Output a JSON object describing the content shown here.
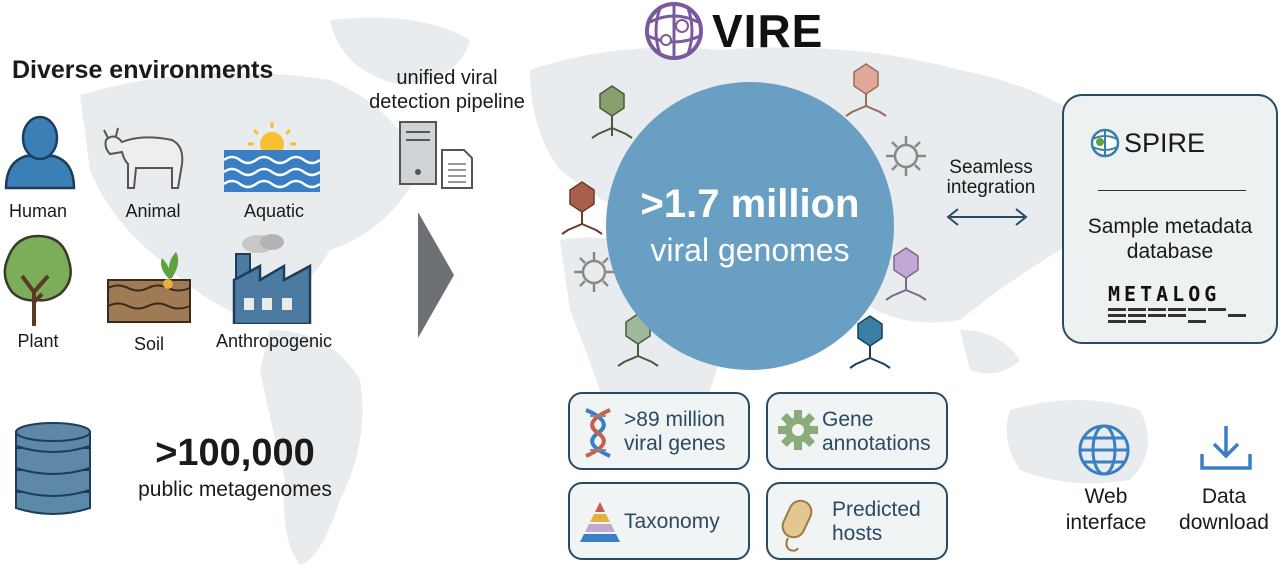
{
  "environments": {
    "heading": "Diverse environments",
    "items": [
      {
        "label": "Human"
      },
      {
        "label": "Animal"
      },
      {
        "label": "Aquatic"
      },
      {
        "label": "Plant"
      },
      {
        "label": "Soil"
      },
      {
        "label": "Anthropogenic"
      }
    ]
  },
  "metagenomes": {
    "count": ">100,000",
    "label": "public metagenomes"
  },
  "pipeline": {
    "label_line1": "unified viral",
    "label_line2": "detection pipeline"
  },
  "vire": {
    "title": "VIRE",
    "genome_count": ">1.7 million",
    "genome_label": "viral genomes"
  },
  "features": [
    {
      "line1": ">89 million",
      "line2": "viral genes",
      "icon": "dna-icon"
    },
    {
      "line1": "Gene",
      "line2": "annotations",
      "icon": "gear-icon"
    },
    {
      "line1": "Taxonomy",
      "line2": "",
      "icon": "pyramid-icon"
    },
    {
      "line1": "Predicted",
      "line2": "hosts",
      "icon": "bacterium-icon"
    }
  ],
  "integration": {
    "line1": "Seamless",
    "line2": "integration"
  },
  "spire": {
    "name": "SPIRE",
    "desc_line1": "Sample metadata",
    "desc_line2": "database",
    "metalog": "METALOG"
  },
  "access": [
    {
      "line1": "Web",
      "line2": "interface",
      "icon": "globe-icon"
    },
    {
      "line1": "Data",
      "line2": "download",
      "icon": "download-icon"
    }
  ],
  "colors": {
    "circle": "#6a9fc4",
    "map": "#e8ecee",
    "box_border": "#2b4a62",
    "phage_green": "#8a9e6e",
    "phage_red": "#a8604c",
    "phage_pink": "#e0a89a",
    "phage_purple": "#c3a8d6",
    "phage_blue": "#3a7fa6"
  }
}
